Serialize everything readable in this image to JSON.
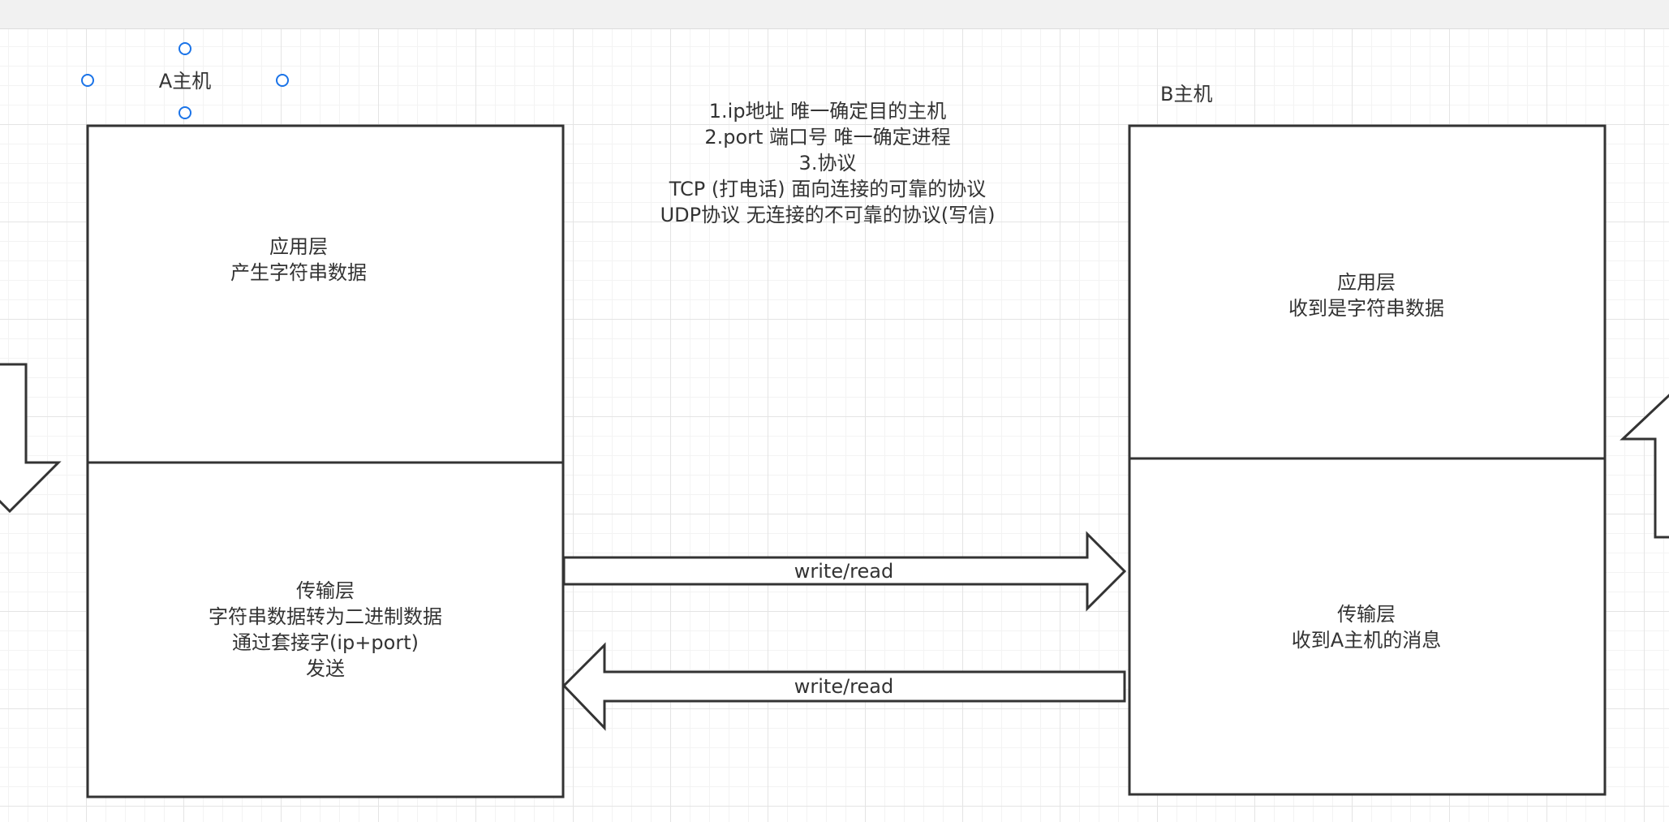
{
  "host_a": {
    "label": "A主机",
    "app_layer": [
      "应用层",
      "产生字符串数据"
    ],
    "transport_layer": [
      "传输层",
      "字符串数据转为二进制数据",
      "通过套接字(ip+port)",
      "发送"
    ]
  },
  "host_b": {
    "label": "B主机",
    "app_layer": [
      "应用层",
      "收到是字符串数据"
    ],
    "transport_layer": [
      "传输层",
      "收到A主机的消息"
    ]
  },
  "notes": [
    "1.ip地址 唯一确定目的主机",
    "2.port 端口号 唯一确定进程",
    "3.协议",
    "TCP (打电话) 面向连接的可靠的协议",
    "UDP协议 无连接的不可靠的协议(写信)"
  ],
  "arrows": {
    "a_to_b_label": "write/read",
    "b_to_a_label": "write/read"
  },
  "colors": {
    "stroke": "#333333",
    "selection_handle": "#1a73e8",
    "grid": "#e4e4e4"
  }
}
